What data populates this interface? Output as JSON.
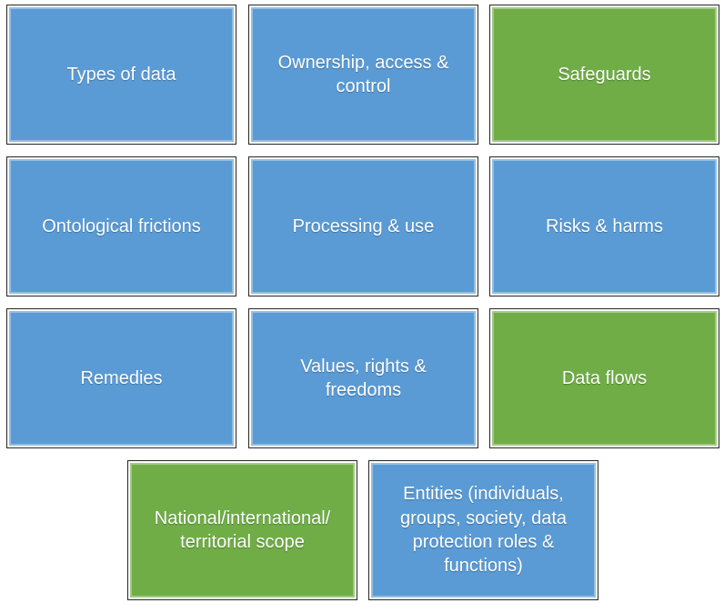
{
  "colors": {
    "blue": "#5B9BD5",
    "green": "#70AD47",
    "text": "#FFFFFF",
    "outline": "#262626",
    "background": "#FFFFFF"
  },
  "grid": {
    "rows": [
      {
        "cells": [
          {
            "label": "Types of data",
            "color": "blue"
          },
          {
            "label": "Ownership, access &\ncontrol",
            "color": "blue"
          },
          {
            "label": "Safeguards",
            "color": "green"
          }
        ]
      },
      {
        "cells": [
          {
            "label": "Ontological frictions",
            "color": "blue"
          },
          {
            "label": "Processing & use",
            "color": "blue"
          },
          {
            "label": "Risks & harms",
            "color": "blue"
          }
        ]
      },
      {
        "cells": [
          {
            "label": "Remedies",
            "color": "blue"
          },
          {
            "label": "Values, rights &\nfreedoms",
            "color": "blue"
          },
          {
            "label": "Data flows",
            "color": "green"
          }
        ]
      },
      {
        "cells": [
          {
            "label": "National/international/\nterritorial scope",
            "color": "green"
          },
          {
            "label": "Entities (individuals,\ngroups, society, data\nprotection roles &\nfunctions)",
            "color": "blue"
          }
        ]
      }
    ]
  }
}
